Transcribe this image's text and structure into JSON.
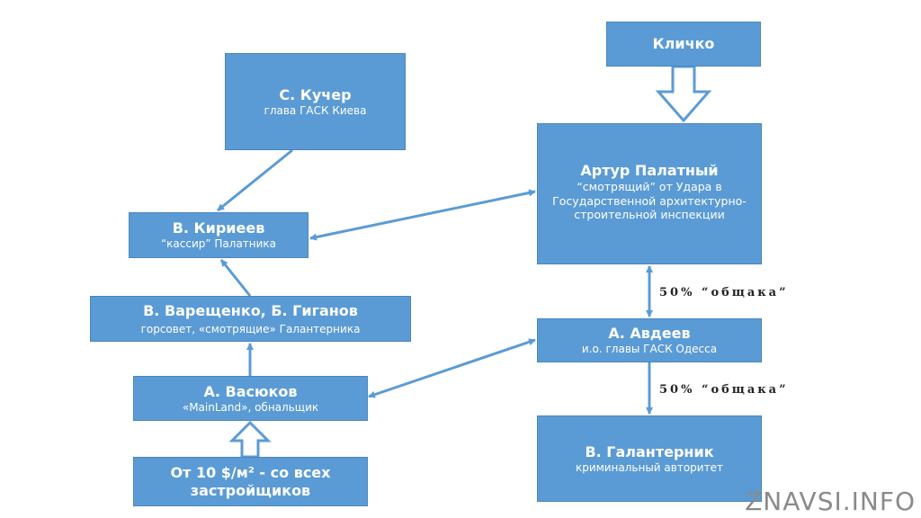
{
  "nodes": {
    "klichko": {
      "title": "Кличко"
    },
    "kucher": {
      "title": "С. Кучер",
      "subtitle": "глава ГАСК Киева"
    },
    "palatny": {
      "title": "Артур Палатный",
      "subtitle": "“смотрящий” от Удара в Государственной архитектурно-строительной инспекции"
    },
    "kiriev": {
      "title": "В. Кириеев",
      "subtitle": "“кассир” Палатника"
    },
    "vareshenko": {
      "title": "В. Варещенко, Б. Гиганов",
      "subtitle": "горсовет, «смотрящие» Галантерника"
    },
    "avdeev": {
      "title": "А. Авдеев",
      "subtitle": "и.о. главы ГАСК Одесса"
    },
    "vasyukov": {
      "title": "А. Васюков",
      "subtitle": "«MainLand», обнальщик"
    },
    "galanternik": {
      "title": "В. Галантерник",
      "subtitle": "криминальный авторитет"
    },
    "source": {
      "title": "От 10 $/м² - со всех застройщиков"
    }
  },
  "edge_labels": {
    "palatny_avdeev": "50% “общака”",
    "avdeev_galanternik": "50% “общака”"
  },
  "watermark": "ZNAVSI.INFO",
  "colors": {
    "box": "#5b9bd5",
    "arrow": "#5b9bd5"
  }
}
